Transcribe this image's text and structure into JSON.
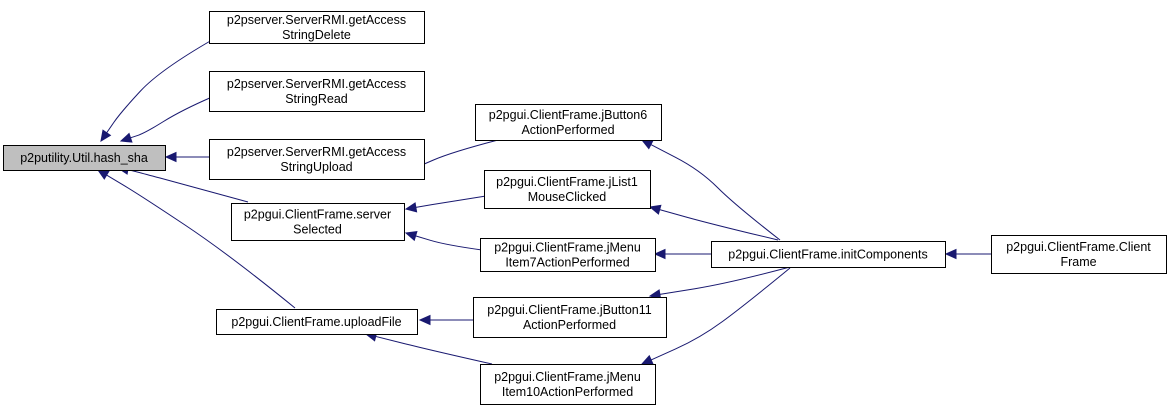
{
  "colors": {
    "edge": "#191970",
    "node_border": "#000000",
    "node_fill": "#ffffff",
    "root_fill": "#bfbfbf"
  },
  "nodes": [
    {
      "id": "hash_sha",
      "lines": [
        "p2putility.Util.hash_sha"
      ],
      "root": true
    },
    {
      "id": "srv_delete",
      "lines": [
        "p2pserver.ServerRMI.getAccess",
        "StringDelete"
      ]
    },
    {
      "id": "srv_read",
      "lines": [
        "p2pserver.ServerRMI.getAccess",
        "StringRead"
      ]
    },
    {
      "id": "srv_upload",
      "lines": [
        "p2pserver.ServerRMI.getAccess",
        "StringUpload"
      ]
    },
    {
      "id": "server_selected",
      "lines": [
        "p2pgui.ClientFrame.server",
        "Selected"
      ]
    },
    {
      "id": "upload_file",
      "lines": [
        "p2pgui.ClientFrame.uploadFile"
      ]
    },
    {
      "id": "jbutton6",
      "lines": [
        "p2pgui.ClientFrame.jButton6",
        "ActionPerformed"
      ]
    },
    {
      "id": "jlist1",
      "lines": [
        "p2pgui.ClientFrame.jList1",
        "MouseClicked"
      ]
    },
    {
      "id": "jmenu7",
      "lines": [
        "p2pgui.ClientFrame.jMenu",
        "Item7ActionPerformed"
      ]
    },
    {
      "id": "jbutton11",
      "lines": [
        "p2pgui.ClientFrame.jButton11",
        "ActionPerformed"
      ]
    },
    {
      "id": "jmenu10",
      "lines": [
        "p2pgui.ClientFrame.jMenu",
        "Item10ActionPerformed"
      ]
    },
    {
      "id": "init_components",
      "lines": [
        "p2pgui.ClientFrame.initComponents"
      ]
    },
    {
      "id": "client_frame",
      "lines": [
        "p2pgui.ClientFrame.Client",
        "Frame"
      ]
    }
  ],
  "edges": [
    {
      "from": "srv_delete",
      "to": "hash_sha"
    },
    {
      "from": "srv_read",
      "to": "hash_sha"
    },
    {
      "from": "srv_upload",
      "to": "hash_sha"
    },
    {
      "from": "server_selected",
      "to": "hash_sha"
    },
    {
      "from": "upload_file",
      "to": "hash_sha"
    },
    {
      "from": "jbutton6",
      "to": "server_selected"
    },
    {
      "from": "jlist1",
      "to": "server_selected"
    },
    {
      "from": "jmenu7",
      "to": "server_selected"
    },
    {
      "from": "jbutton11",
      "to": "upload_file"
    },
    {
      "from": "jmenu10",
      "to": "upload_file"
    },
    {
      "from": "init_components",
      "to": "jbutton6"
    },
    {
      "from": "init_components",
      "to": "jlist1"
    },
    {
      "from": "init_components",
      "to": "jmenu7"
    },
    {
      "from": "init_components",
      "to": "jbutton11"
    },
    {
      "from": "init_components",
      "to": "jmenu10"
    },
    {
      "from": "client_frame",
      "to": "init_components"
    }
  ]
}
